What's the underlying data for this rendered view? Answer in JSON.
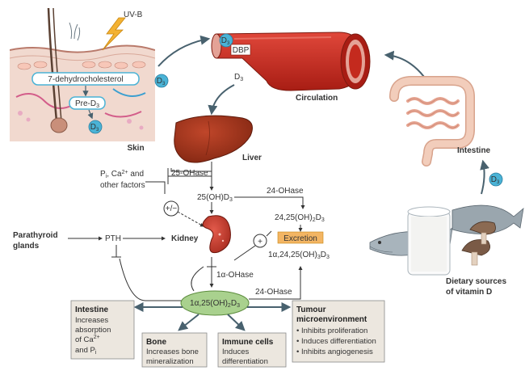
{
  "skin": {
    "uvb_label": "UV-B",
    "precursor_label": "7-dehydrocholesterol",
    "pre_d3_label": "Pre-D",
    "pre_d3_sub": "3",
    "d3_badge": "D",
    "d3_badge_sub": "3",
    "caption": "Skin"
  },
  "circulation": {
    "d3_badge": "D",
    "d3_badge_sub": "3",
    "dbp_label": "DBP",
    "d3_out": "D",
    "d3_out_sub": "3",
    "caption": "Circulation"
  },
  "skin_to_circ_badge": "D",
  "skin_to_circ_badge_sub": "3",
  "liver": {
    "caption": "Liver",
    "enzyme": "25-OHase"
  },
  "factors": {
    "line1_a": "P",
    "line1_a_sub": "i",
    "line1_b": ", Ca",
    "line1_b_sup": "2+",
    "line1_c": " and",
    "line2": "other factors",
    "modulator": "+/−"
  },
  "metabolites": {
    "calcidiol": "25(OH)D",
    "calcidiol_sub": "3",
    "enzyme_24": "24-OHase",
    "dihydroxy": "24,25(OH)",
    "dihydroxy_sub1": "2",
    "dihydroxy_sub2": "D",
    "dihydroxy_sub3": "3",
    "plus": "+",
    "excretion": "Excretion",
    "trihydroxy": "1α,24,25(OH)",
    "trihydroxy_sub1": "3",
    "trihydroxy_d": "D",
    "trihydroxy_sub2": "3"
  },
  "kidney": {
    "caption": "Kidney",
    "enzyme_1a": "1α-OHase",
    "enzyme_24": "24-OHase"
  },
  "parathyroid": {
    "line1": "Parathyroid",
    "line2": "glands",
    "pth": "PTH"
  },
  "calcitriol": {
    "label": "1α,25(OH)",
    "sub1": "2",
    "d": "D",
    "sub2": "3"
  },
  "targets": {
    "intestine": {
      "title": "Intestine",
      "lines": [
        "Increases",
        "absorption",
        "of Ca",
        "and P"
      ],
      "ca_sup": "2+",
      "p_sub": "i"
    },
    "bone": {
      "title": "Bone",
      "lines": [
        "Increases bone",
        "mineralization"
      ]
    },
    "immune": {
      "title": "Immune cells",
      "lines": [
        "Induces",
        "differentiation"
      ]
    },
    "tumour": {
      "title_line1": "Tumour",
      "title_line2": "microenvironment",
      "bullets": [
        "• Inhibits proliferation",
        "• Induces differentiation",
        "• Inhibits angiogenesis"
      ]
    }
  },
  "intestine_organ": {
    "caption": "Intestine",
    "badge": "D",
    "badge_sub": "3"
  },
  "diet": {
    "line1": "Dietary sources",
    "line2": "of vitamin D"
  },
  "colors": {
    "arrow": "#48616e",
    "badge": "#4ab3d6",
    "liver": "#9b2e17",
    "vessel": "#c42a1e",
    "box_fill": "#ece7df",
    "calcitriol_fill": "#a9d18e",
    "excretion_fill": "#f3b563",
    "skin_bg": "#f1d9cf"
  }
}
